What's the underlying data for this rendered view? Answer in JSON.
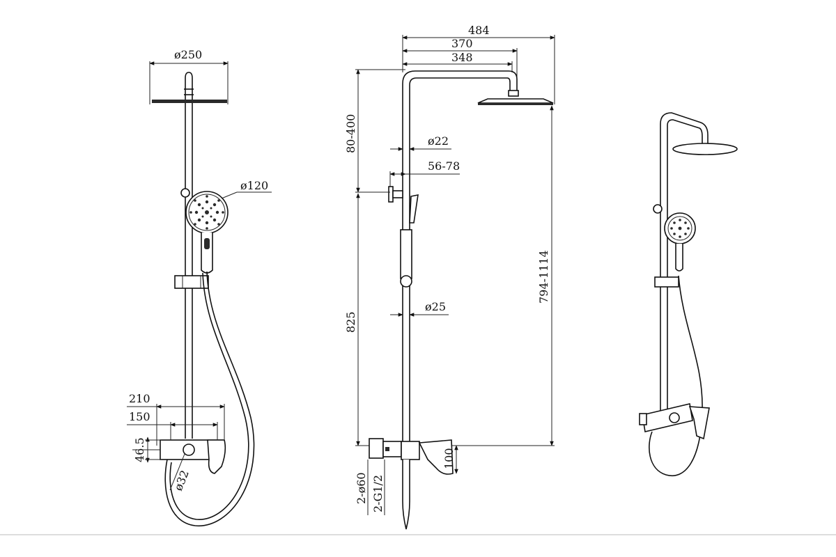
{
  "front_view": {
    "head_diameter": "ø250",
    "handshower_diameter": "ø120",
    "width_outer": "210",
    "width_inner": "150",
    "mixer_height": "46.5",
    "outlet_diameter": "ø32"
  },
  "side_view": {
    "overall_width": "484",
    "arm_width": "370",
    "arm_inner_width": "348",
    "top_range": "80-400",
    "pipe_diameter_top": "ø22",
    "bracket_range": "56-78",
    "pipe_diameter_lower": "ø25",
    "height_range": "794-1114",
    "lower_height": "825",
    "eccentric_diameter": "2-ø60",
    "connection_thread": "2-G1/2",
    "spout_height": "100"
  },
  "perspective_view": {}
}
